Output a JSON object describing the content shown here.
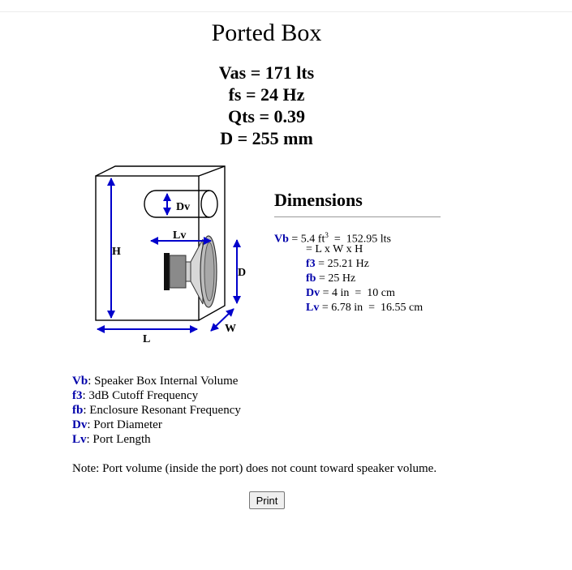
{
  "title": "Ported Box",
  "specs": {
    "vas": "Vas = 171 lts",
    "fs": "fs = 24 Hz",
    "qts": "Qts = 0.39",
    "d": "D = 255 mm"
  },
  "diagram": {
    "labels": {
      "dv": "Dv",
      "lv": "Lv",
      "h": "H",
      "d": "D",
      "l": "L",
      "w": "W"
    },
    "colors": {
      "arrow": "#0000cc",
      "line": "#000000"
    }
  },
  "dimensions": {
    "heading": "Dimensions",
    "vb_label": "Vb",
    "vb_value": " = 5.4 ft",
    "vb_exp": "3",
    "vb_tail": "  =  152.95 lts",
    "formula": "= L x W x H",
    "f3_label": "f3",
    "f3_value": " = 25.21 Hz",
    "fb_label": "fb",
    "fb_value": " = 25 Hz",
    "dv_label": "Dv",
    "dv_value": " = 4 in  =  10 cm",
    "lv_label": "Lv",
    "lv_value": " = 6.78 in  =  16.55 cm"
  },
  "legend": [
    {
      "key": "Vb",
      "text": ": Speaker Box Internal Volume"
    },
    {
      "key": "f3",
      "text": ": 3dB Cutoff Frequency"
    },
    {
      "key": "fb",
      "text": ": Enclosure Resonant Frequency"
    },
    {
      "key": "Dv",
      "text": ": Port Diameter"
    },
    {
      "key": "Lv",
      "text": ": Port Length"
    }
  ],
  "note": "Note: Port volume (inside the port) does not count toward speaker volume.",
  "print_label": "Print"
}
